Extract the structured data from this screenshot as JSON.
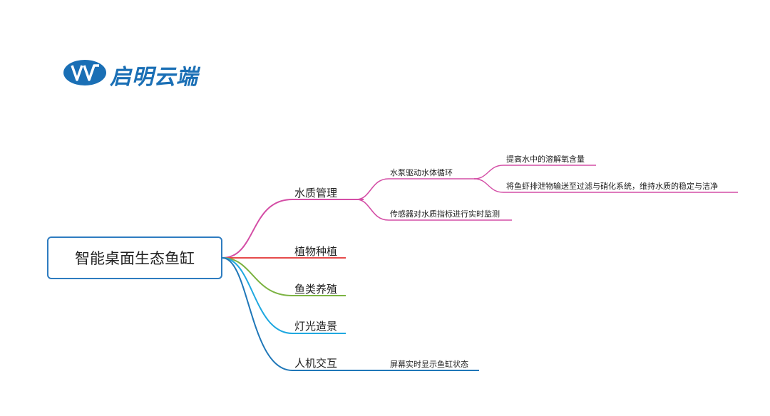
{
  "logo": {
    "text": "启明云端",
    "mark": "VV-monogram",
    "color": "#1a6fb5"
  },
  "mindmap": {
    "root": "智能桌面生态鱼缸",
    "branches": [
      {
        "label": "水质管理",
        "color": "#d44ea6",
        "children": [
          {
            "label": "水泵驱动水体循环",
            "children": [
              {
                "label": "提高水中的溶解氧含量"
              },
              {
                "label": "将鱼虾排泄物输送至过滤与硝化系统，维持水质的稳定与洁净"
              }
            ]
          },
          {
            "label": "传感器对水质指标进行实时监测"
          }
        ]
      },
      {
        "label": "植物种植",
        "color": "#e64b4b",
        "children": []
      },
      {
        "label": "鱼类养殖",
        "color": "#7cb342",
        "children": []
      },
      {
        "label": "灯光造景",
        "color": "#1fa8e0",
        "children": []
      },
      {
        "label": "人机交互",
        "color": "#1f77b8",
        "children": [
          {
            "label": "屏幕实时显示鱼缸状态"
          }
        ]
      }
    ]
  }
}
